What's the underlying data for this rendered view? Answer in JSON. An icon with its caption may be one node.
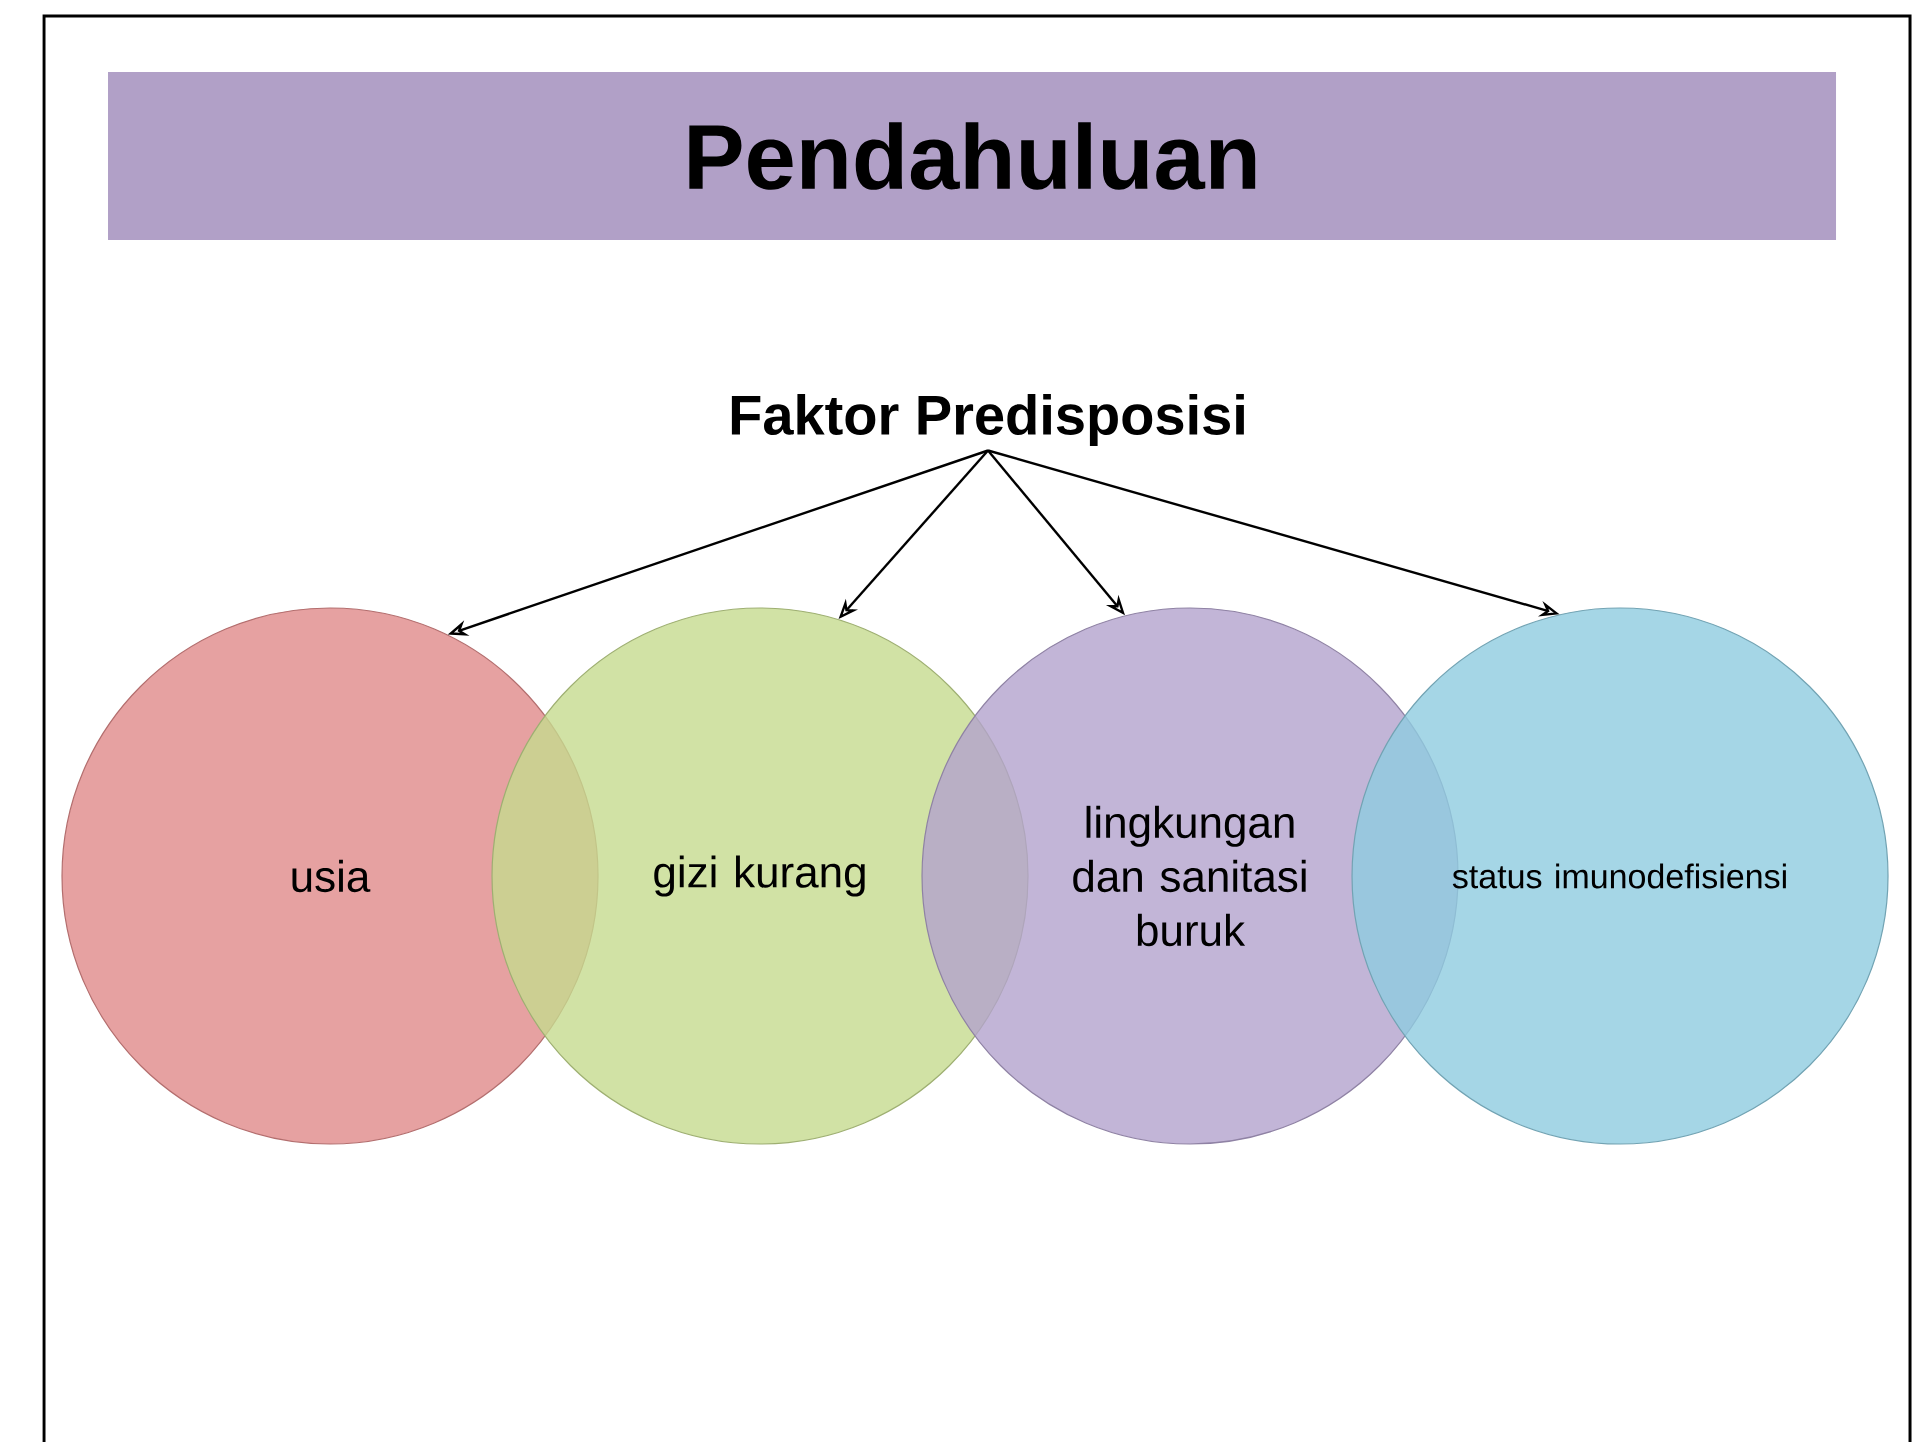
{
  "diagram": {
    "nodes": [
      {
        "text": [
          "Pendahuluan"
        ]
      },
      {
        "text": [
          "Faktor Predisposisi"
        ]
      },
      {
        "text": [
          "usia"
        ]
      },
      {
        "text": [
          "gizi kurang"
        ]
      },
      {
        "text": [
          "lingkungan dan sanitasi buruk"
        ]
      },
      {
        "text": [
          "status imunodefisiensi"
        ]
      }
    ],
    "edges": [
      {
        "from": 1,
        "to": 2,
        "arrow": "to"
      },
      {
        "from": 1,
        "to": 3,
        "arrow": "to"
      },
      {
        "from": 1,
        "to": 4,
        "arrow": "to"
      },
      {
        "from": 1,
        "to": 5,
        "arrow": "to"
      }
    ]
  }
}
